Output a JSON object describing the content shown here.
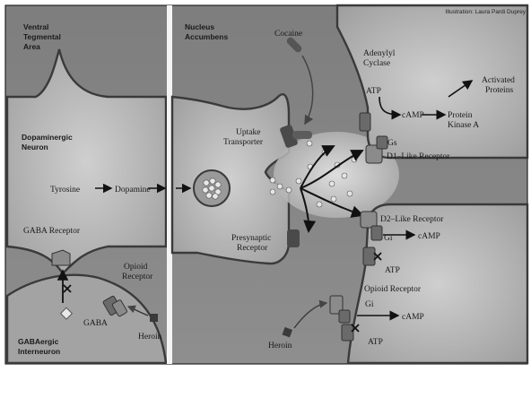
{
  "credit": "Illustration: Laura Pardi Duprey",
  "regions": {
    "vta": [
      "Ventral",
      "Tegmental",
      "Area"
    ],
    "nucleus": [
      "Nucleus",
      "Accumbens"
    ],
    "dopaminergic": [
      "Dopaminergic",
      "Neuron"
    ],
    "gabaergic": [
      "GABAergic",
      "Interneuron"
    ]
  },
  "labels": {
    "cocaine": "Cocaine",
    "adenylyl": [
      "Adenylyl",
      "Cyclase"
    ],
    "activated": [
      "Activated",
      "Proteins"
    ],
    "atp_top": "ATP",
    "camp_top": "cAMP",
    "pka": [
      "Protein",
      "Kinase A"
    ],
    "gs": "Gs",
    "d1": "D1–Like Receptor",
    "uptake": [
      "Uptake",
      "Transporter"
    ],
    "tyrosine": "Tyrosine",
    "dopamine": "Dopamine",
    "d2": "D2–Like Receptor",
    "gi_mid": "Gi",
    "camp_mid": "cAMP",
    "atp_mid": "ATP",
    "presynaptic": [
      "Presynaptic",
      "Receptor"
    ],
    "gaba_receptor": "GABA Receptor",
    "opioid_left": [
      "Opioid",
      "Receptor"
    ],
    "gaba": "GABA",
    "heroin_left": "Heroin",
    "opioid_right": "Opioid Receptor",
    "gi_low": "Gi",
    "camp_low": "cAMP",
    "atp_low": "ATP",
    "heroin_right": "Heroin"
  },
  "colors": {
    "background": "#8c8c8c",
    "cell": "#b9b9b9",
    "cell_dark": "#6f6f6f",
    "receptor": "#555555",
    "drug": "#3a3a3a",
    "vesicle": "#d6d6d6"
  }
}
